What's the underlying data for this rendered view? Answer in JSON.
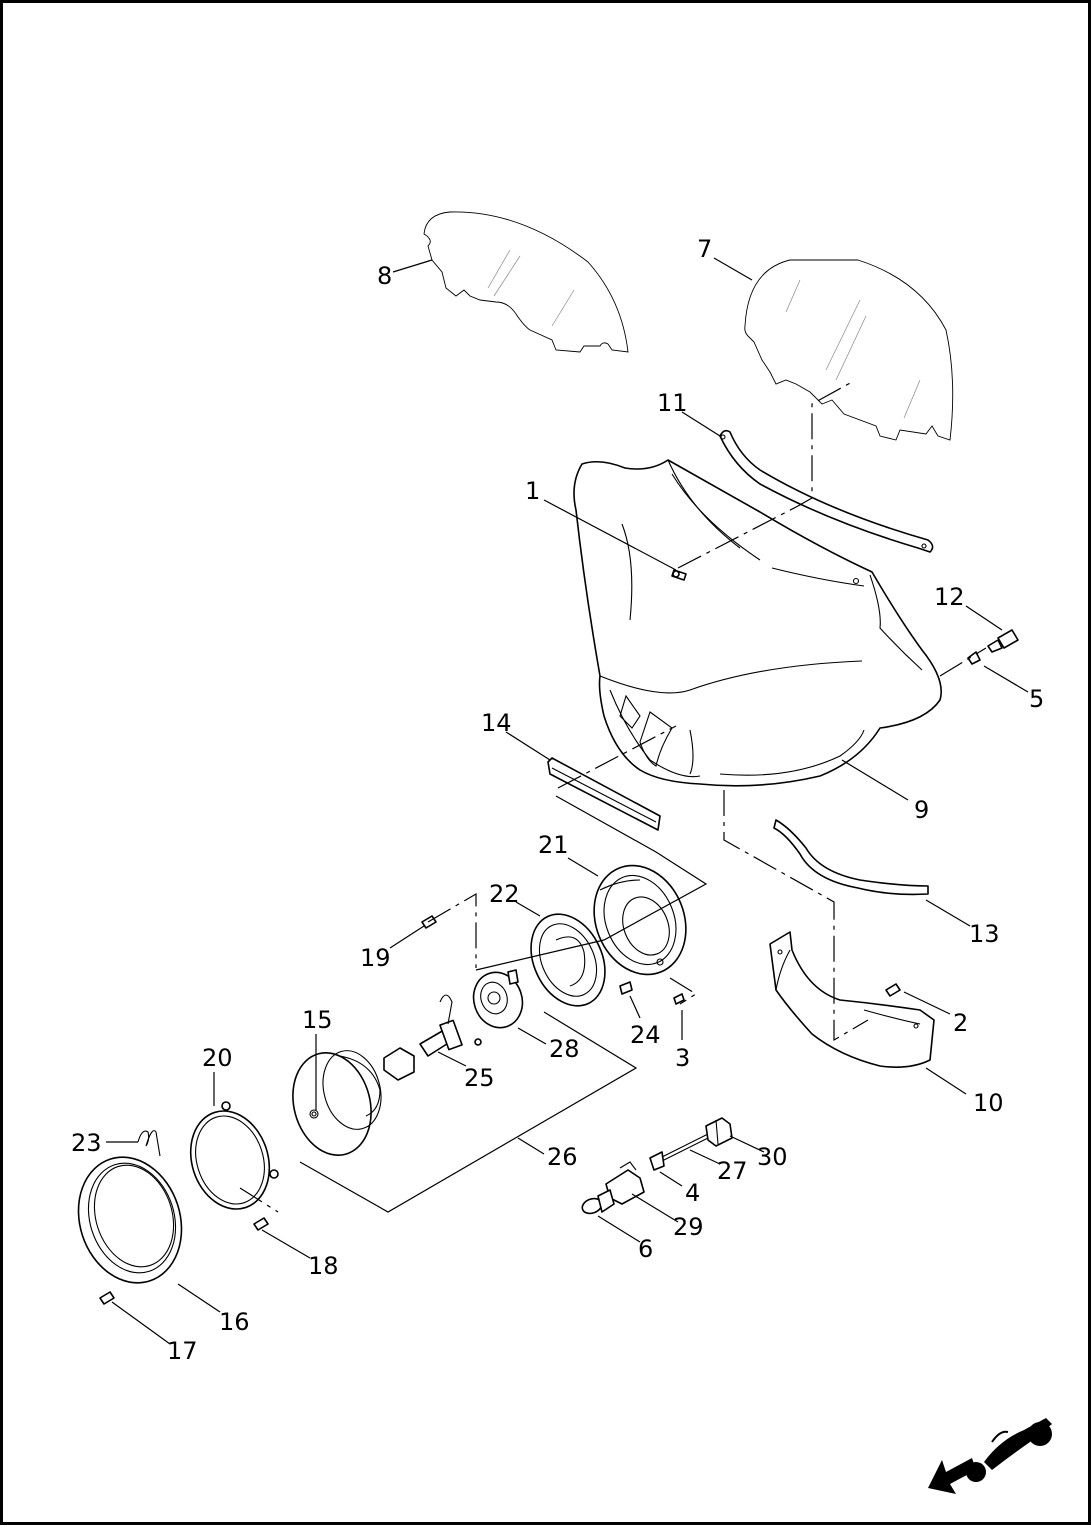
{
  "diagram": {
    "type": "exploded-parts-diagram",
    "orientation_icon": "motorcycle-front-arrow-icon",
    "callouts": [
      {
        "id": "c1",
        "label": "1"
      },
      {
        "id": "c2",
        "label": "2"
      },
      {
        "id": "c3",
        "label": "3"
      },
      {
        "id": "c4",
        "label": "4"
      },
      {
        "id": "c5",
        "label": "5"
      },
      {
        "id": "c6",
        "label": "6"
      },
      {
        "id": "c7",
        "label": "7"
      },
      {
        "id": "c8",
        "label": "8"
      },
      {
        "id": "c9",
        "label": "9"
      },
      {
        "id": "c10",
        "label": "10"
      },
      {
        "id": "c11",
        "label": "11"
      },
      {
        "id": "c12",
        "label": "12"
      },
      {
        "id": "c13",
        "label": "13"
      },
      {
        "id": "c14",
        "label": "14"
      },
      {
        "id": "c15",
        "label": "15"
      },
      {
        "id": "c16",
        "label": "16"
      },
      {
        "id": "c17",
        "label": "17"
      },
      {
        "id": "c18",
        "label": "18"
      },
      {
        "id": "c19",
        "label": "19"
      },
      {
        "id": "c20",
        "label": "20"
      },
      {
        "id": "c21",
        "label": "21"
      },
      {
        "id": "c22",
        "label": "22"
      },
      {
        "id": "c23",
        "label": "23"
      },
      {
        "id": "c24",
        "label": "24"
      },
      {
        "id": "c25",
        "label": "25"
      },
      {
        "id": "c26",
        "label": "26"
      },
      {
        "id": "c27",
        "label": "27"
      },
      {
        "id": "c28",
        "label": "28"
      },
      {
        "id": "c29",
        "label": "29"
      },
      {
        "id": "c30",
        "label": "30"
      }
    ]
  }
}
